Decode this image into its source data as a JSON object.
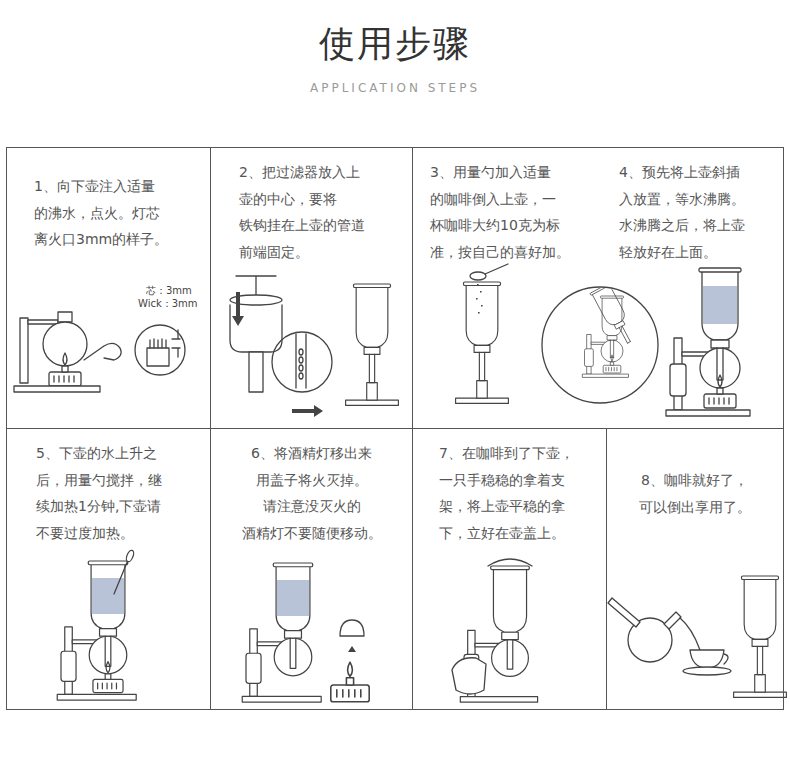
{
  "diagram": {
    "title": "使用步骤",
    "nodes": [
      {
        "text": [
          "1、向下壶注入适量 的沸水，点火。灯芯 离火口3mm的样子。"
        ]
      },
      {
        "text": [
          "2、把过滤器放入上 壶的中心，要将 铁钩挂在上壶的管道 前端固定。"
        ]
      },
      {
        "text": [
          "3、用量勺加入适量 的咖啡倒入上壶，一 杯咖啡大约10克为标 准，按自己的喜好加。",
          "4、预先将上壶斜插 入放置，等水沸腾。 水沸腾之后，将上壶 轻放好在上面。"
        ]
      },
      {
        "text": [
          "5、下壶的水上升之 后，用量勺搅拌，继 续加热1分钟,下壶请 不要过度加热。"
        ]
      },
      {
        "text": [
          "6、将酒精灯移出来 用盖子将火灭掉。 请注意没灭火的 酒精灯不要随便移动。"
        ]
      },
      {
        "text": [
          "7、在咖啡到了下壶， 一只手稳稳的拿着支 架，将上壶平稳的拿 下，立好在壶盖上。"
        ]
      },
      {
        "text": [
          "8、咖啡就好了， 可以倒出享用了。"
        ]
      }
    ],
    "labels": [
      "APPLICATION STEPS",
      "芯：3mm",
      "Wick：3mm"
    ]
  }
}
